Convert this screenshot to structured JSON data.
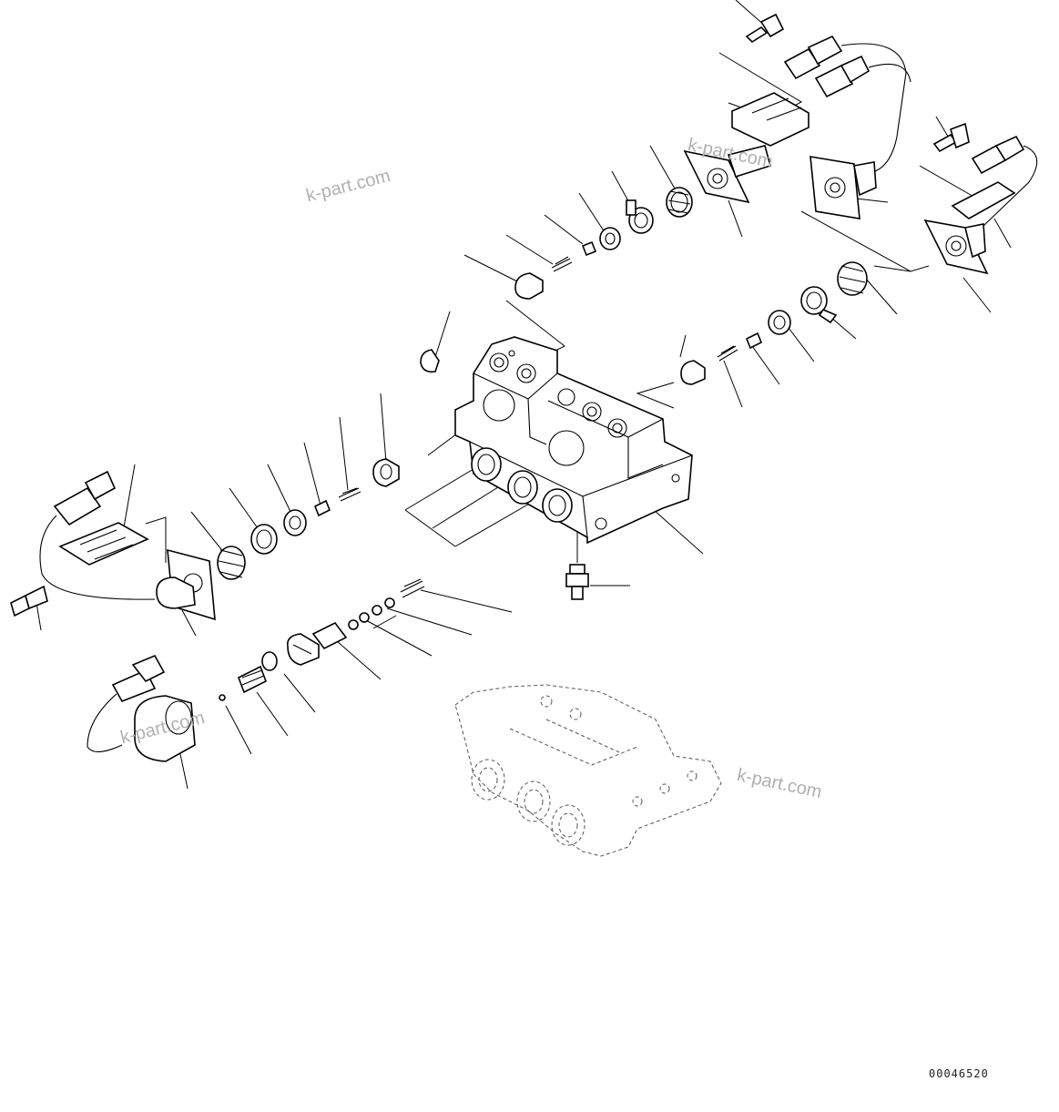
{
  "watermarks": [
    "k-part.com",
    "k-part.com",
    "k-part.com",
    "k-part.com"
  ],
  "drawing_code": "00046520"
}
